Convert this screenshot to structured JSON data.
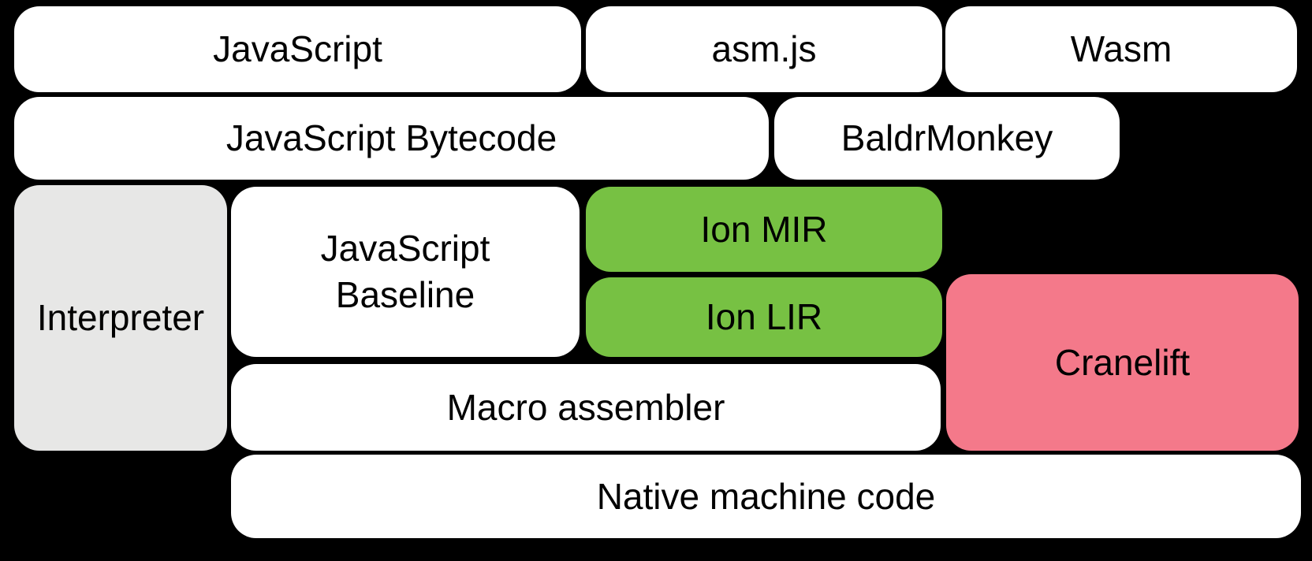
{
  "diagram": {
    "background_color": "#000000",
    "text_color": "#000000",
    "colors": {
      "white": "#ffffff",
      "gray": "#e7e7e6",
      "green": "#77c143",
      "pink": "#f4798a"
    },
    "nodes": {
      "javascript": {
        "label": "JavaScript",
        "fill": "white"
      },
      "asmjs": {
        "label": "asm.js",
        "fill": "white"
      },
      "wasm": {
        "label": "Wasm",
        "fill": "white"
      },
      "js_bytecode": {
        "label": "JavaScript Bytecode",
        "fill": "white"
      },
      "baldrmonkey": {
        "label": "BaldrMonkey",
        "fill": "white"
      },
      "interpreter": {
        "label": "Interpreter",
        "fill": "gray"
      },
      "js_baseline": {
        "label": "JavaScript\nBaseline",
        "fill": "white"
      },
      "ion_mir": {
        "label": "Ion MIR",
        "fill": "green"
      },
      "ion_lir": {
        "label": "Ion LIR",
        "fill": "green"
      },
      "cranelift": {
        "label": "Cranelift",
        "fill": "pink"
      },
      "macro_assembler": {
        "label": "Macro assembler",
        "fill": "white"
      },
      "native_machine_code": {
        "label": "Native machine code",
        "fill": "white"
      }
    }
  }
}
